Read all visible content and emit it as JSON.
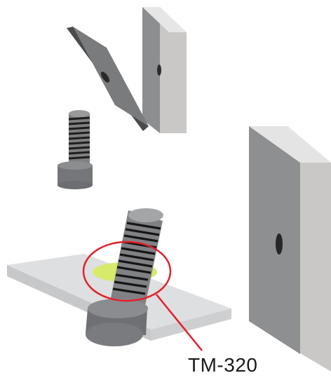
{
  "callout": {
    "label": "TM-320"
  },
  "colors": {
    "plate_front": "#8f9092",
    "plate_side": "#c9c8c8",
    "plate_top": "#e2e2e2",
    "bolt_body": "#8e8f91",
    "bolt_thread": "#1e1e1e",
    "glass": "#d7d8d9",
    "highlight_ring": "#d8ea6a",
    "callout_circle": "#e2202a"
  },
  "icons": [
    "plate-panel",
    "bolt",
    "spacer-ring",
    "callout-circle"
  ]
}
